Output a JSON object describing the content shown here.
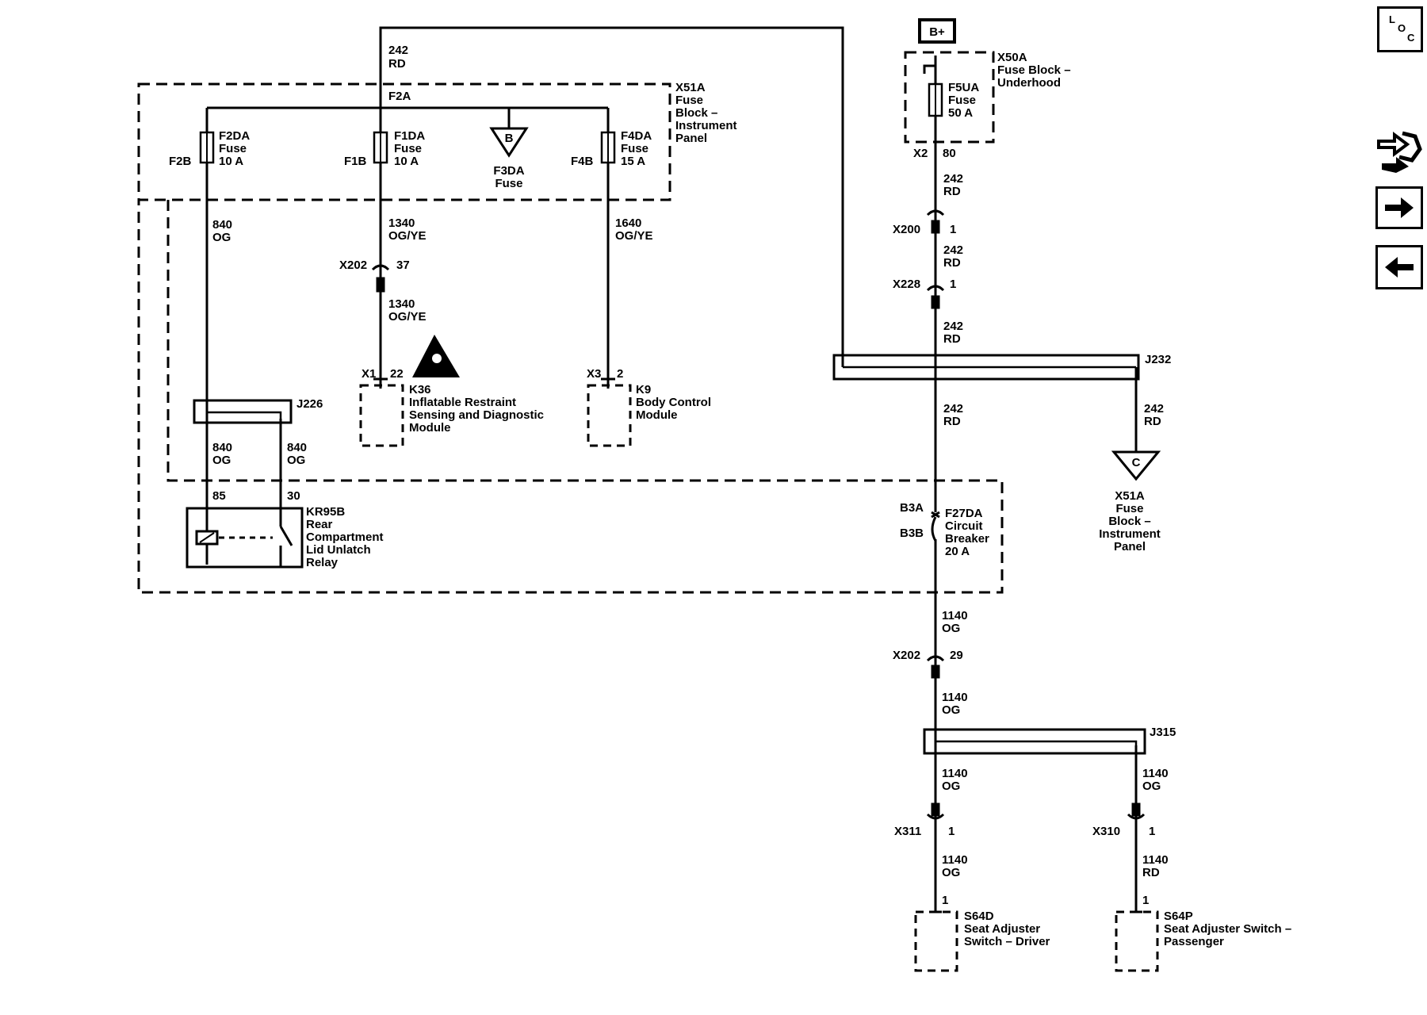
{
  "power": {
    "b_plus": "B+"
  },
  "fuse_block_underhood": {
    "id": "X50A",
    "name_1": "Fuse Block –",
    "name_2": "Underhood",
    "fuse_id": "F5UA",
    "fuse_word": "Fuse",
    "fuse_rating": "50 A",
    "conn": "X2",
    "pin": "80"
  },
  "fuse_block_ip": {
    "id": "X51A",
    "name_1": "Fuse",
    "name_2": "Block –",
    "name_3": "Instrument",
    "name_4": "Panel",
    "bus_label": "F2A",
    "fuses": [
      {
        "id": "F2DA",
        "word": "Fuse",
        "rating": "10 A",
        "pin": "F2B"
      },
      {
        "id": "F1DA",
        "word": "Fuse",
        "rating": "10 A",
        "pin": "F1B"
      },
      {
        "id": "F3DA",
        "word": "Fuse",
        "flag": "B"
      },
      {
        "id": "F4DA",
        "word": "Fuse",
        "rating": "15 A",
        "pin": "F4B"
      }
    ],
    "breaker": {
      "pin_a": "B3A",
      "pin_b": "B3B",
      "id": "F27DA",
      "line_1": "Circuit",
      "line_2": "Breaker",
      "rating": "20 A"
    }
  },
  "wires": {
    "top_feed": {
      "circuit": "242",
      "color": "RD"
    },
    "w840": {
      "circuit": "840",
      "color": "OG"
    },
    "w1340": {
      "circuit": "1340",
      "color": "OG/YE"
    },
    "w1640": {
      "circuit": "1640",
      "color": "OG/YE"
    },
    "w242": {
      "circuit": "242",
      "color": "RD"
    },
    "w1140": {
      "circuit": "1140",
      "color": "OG"
    },
    "w1140rd": {
      "circuit": "1140",
      "color": "RD"
    }
  },
  "connectors": {
    "x202_left": {
      "id": "X202",
      "pin": "37"
    },
    "x200": {
      "id": "X200",
      "pin": "1"
    },
    "x228": {
      "id": "X228",
      "pin": "1"
    },
    "x202_right": {
      "id": "X202",
      "pin": "29"
    },
    "x311": {
      "id": "X311",
      "pin": "1"
    },
    "x310": {
      "id": "X310",
      "pin": "1"
    }
  },
  "splices": {
    "j226": "J226",
    "j232": "J232",
    "j315": "J315"
  },
  "components": {
    "k36": {
      "conn": "X1",
      "pin": "22",
      "id": "K36",
      "line_1": "Inflatable Restraint",
      "line_2": "Sensing and Diagnostic",
      "line_3": "Module"
    },
    "k9": {
      "conn": "X3",
      "pin": "2",
      "id": "K9",
      "line_1": "Body Control",
      "line_2": "Module"
    },
    "relay": {
      "pin_85": "85",
      "pin_30": "30",
      "id": "KR95B",
      "line_1": "Rear",
      "line_2": "Compartment",
      "line_3": "Lid Unlatch",
      "line_4": "Relay"
    },
    "s64d": {
      "pin": "1",
      "id": "S64D",
      "line_1": "Seat Adjuster",
      "line_2": "Switch – Driver"
    },
    "s64p": {
      "pin": "1",
      "id": "S64P",
      "line_1": "Seat Adjuster Switch –",
      "line_2": "Passenger"
    }
  },
  "offpage": {
    "c_flag": "C",
    "c_id": "X51A",
    "c_line_1": "Fuse",
    "c_line_2": "Block –",
    "c_line_3": "Instrument",
    "c_line_4": "Panel"
  },
  "nav": {
    "loc_l": "L",
    "loc_o": "O",
    "loc_c": "C"
  }
}
